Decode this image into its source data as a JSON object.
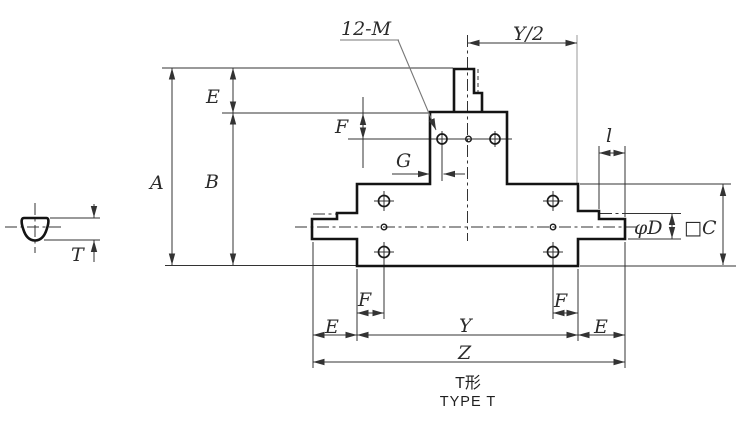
{
  "figure": {
    "type": "engineering-dimension-drawing",
    "callout": "12-M",
    "caption": {
      "jp": "T形",
      "en": "TYPE T"
    },
    "dimensions": {
      "overall_height": "A",
      "body_height": "B",
      "top_margin": "E",
      "hole_offset_top": "F",
      "hole_edge_gap": "G",
      "half_width": "Y/2",
      "flat_length": "l",
      "shaft_diameter": "φD",
      "square_section": "□C",
      "flat_height": "T",
      "hole_offset_bottom_left": "F",
      "hole_offset_bottom_right": "F",
      "edge_margin_left": "E",
      "edge_margin_right": "E",
      "mount_width": "Y",
      "overall_width": "Z"
    },
    "colors": {
      "outline": "#141414",
      "dimension_lines": "#333333",
      "construction_line": "#b0b0b0",
      "leader_line": "#777777",
      "text": "#2b2b2b",
      "background": "#ffffff"
    }
  }
}
